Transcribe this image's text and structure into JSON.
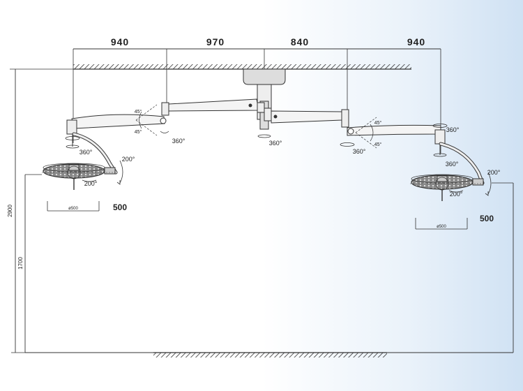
{
  "dimensions": {
    "top": [
      "940",
      "970",
      "840",
      "940"
    ],
    "height_total": "2900",
    "height_lamp": "1700"
  },
  "rotation_labels": {
    "r360": "360°",
    "r200": "200°",
    "a45": "45°"
  },
  "lamps": {
    "left": {
      "width_label": "500",
      "diameter_label": "ø500"
    },
    "right": {
      "width_label": "500",
      "diameter_label": "ø500"
    }
  },
  "colors": {
    "line": "#333333",
    "background_accent": "#cfe1f3"
  }
}
